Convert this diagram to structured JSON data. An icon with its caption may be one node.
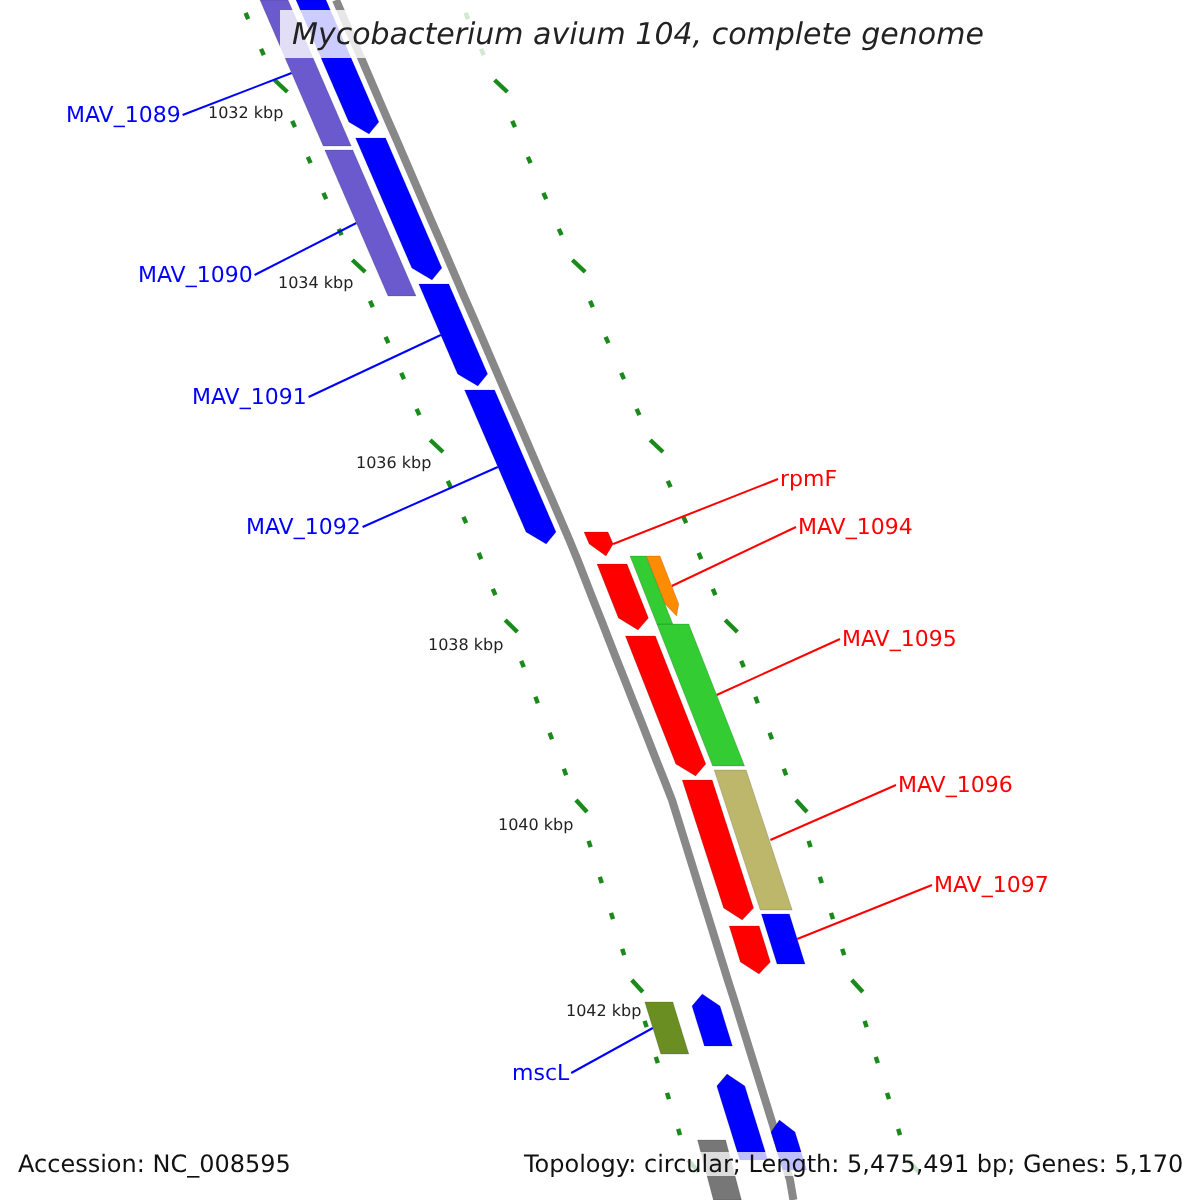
{
  "diagram": {
    "title": "Mycobacterium avium 104, complete genome",
    "nodes": [
      {
        "text": [
          "MAV_1089"
        ]
      },
      {
        "text": [
          "MAV_1090"
        ]
      },
      {
        "text": [
          "MAV_1091"
        ]
      },
      {
        "text": [
          "MAV_1092"
        ]
      },
      {
        "text": [
          "rpmF"
        ]
      },
      {
        "text": [
          "MAV_1094"
        ]
      },
      {
        "text": [
          "MAV_1095"
        ]
      },
      {
        "text": [
          "MAV_1096"
        ]
      },
      {
        "text": [
          "MAV_1097"
        ]
      },
      {
        "text": [
          "mscL"
        ]
      },
      {
        "text": [],
        "shape": "bar"
      },
      {
        "text": [],
        "shape": "bar"
      },
      {
        "text": [],
        "shape": "arrow"
      },
      {
        "text": [],
        "shape": "arrow"
      },
      {
        "text": [],
        "shape": "arrow"
      },
      {
        "text": [],
        "shape": "arrow"
      },
      {
        "text": [],
        "shape": "bar"
      },
      {
        "text": [],
        "shape": "bar"
      },
      {
        "text": [],
        "shape": "bar"
      },
      {
        "text": [],
        "shape": "bar"
      },
      {
        "text": [],
        "shape": "arrow"
      },
      {
        "text": [],
        "shape": "arrow"
      },
      {
        "text": [],
        "shape": "bar"
      },
      {
        "text": [],
        "shape": "arrow"
      },
      {
        "text": [],
        "shape": "arrow"
      },
      {
        "text": [],
        "shape": "arrow"
      },
      {
        "text": [],
        "shape": "arrow"
      },
      {
        "text": [],
        "shape": "arrow"
      },
      {
        "text": [],
        "shape": "arrow"
      },
      {
        "text": [],
        "shape": "bar"
      },
      {
        "text": [],
        "shape": "arrow"
      }
    ],
    "edges": [
      {
        "from": 0,
        "to": 10,
        "arrow": "none"
      },
      {
        "from": 1,
        "to": 11,
        "arrow": "none"
      },
      {
        "from": 2,
        "to": 12,
        "arrow": "none"
      },
      {
        "from": 3,
        "to": 13,
        "arrow": "none"
      },
      {
        "from": 4,
        "to": 14,
        "arrow": "none",
        "color": "#ff0000"
      },
      {
        "from": 5,
        "to": 15,
        "arrow": "none",
        "color": "#ff0000"
      },
      {
        "from": 6,
        "to": 16,
        "arrow": "none",
        "color": "#ff0000"
      },
      {
        "from": 7,
        "to": 17,
        "arrow": "none",
        "color": "#ff0000"
      },
      {
        "from": 8,
        "to": 18,
        "arrow": "none",
        "color": "#ff0000"
      },
      {
        "from": 9,
        "to": 19,
        "arrow": "none"
      }
    ],
    "labels": [
      "1032 kbp",
      "1034 kbp",
      "1036 kbp",
      "1038 kbp",
      "1040 kbp",
      "1042 kbp",
      "Accession: NC_008595",
      "Topology: circular; Length: 5,475,491 bp; Genes: 5,170"
    ]
  }
}
